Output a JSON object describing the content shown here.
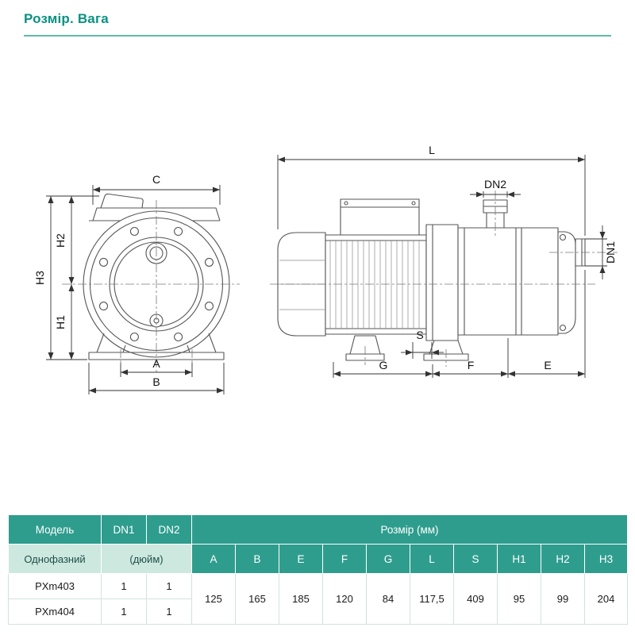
{
  "title": "Розмір. Вага",
  "drawing": {
    "front_view": {
      "c": "C",
      "h2": "H2",
      "h3": "H3",
      "h1": "H1",
      "a": "A",
      "b": "B"
    },
    "side_view": {
      "l": "L",
      "dn2": "DN2",
      "dn1": "DN1",
      "s": "S",
      "g": "G",
      "f": "F",
      "e": "E"
    }
  },
  "table": {
    "header": {
      "model": "Модель",
      "dn1": "DN1",
      "dn2": "DN2",
      "size_group": "Розмір (мм)"
    },
    "subheader": {
      "phase": "Однофазний",
      "unit": "(дюйм)",
      "dims": [
        "A",
        "B",
        "E",
        "F",
        "G",
        "L",
        "S",
        "H1",
        "H2",
        "H3"
      ]
    },
    "rows": [
      {
        "model": "PXm403",
        "dn1": "1",
        "dn2": "1"
      },
      {
        "model": "PXm404",
        "dn1": "1",
        "dn2": "1"
      }
    ],
    "shared_values": [
      "125",
      "165",
      "185",
      "120",
      "84",
      "117,5",
      "409",
      "95",
      "99",
      "204"
    ]
  },
  "colors": {
    "teal_header": "#2f9d8e",
    "mint": "#cde8de",
    "title_text": "#0a9182",
    "rule": "#5fb8aa"
  }
}
